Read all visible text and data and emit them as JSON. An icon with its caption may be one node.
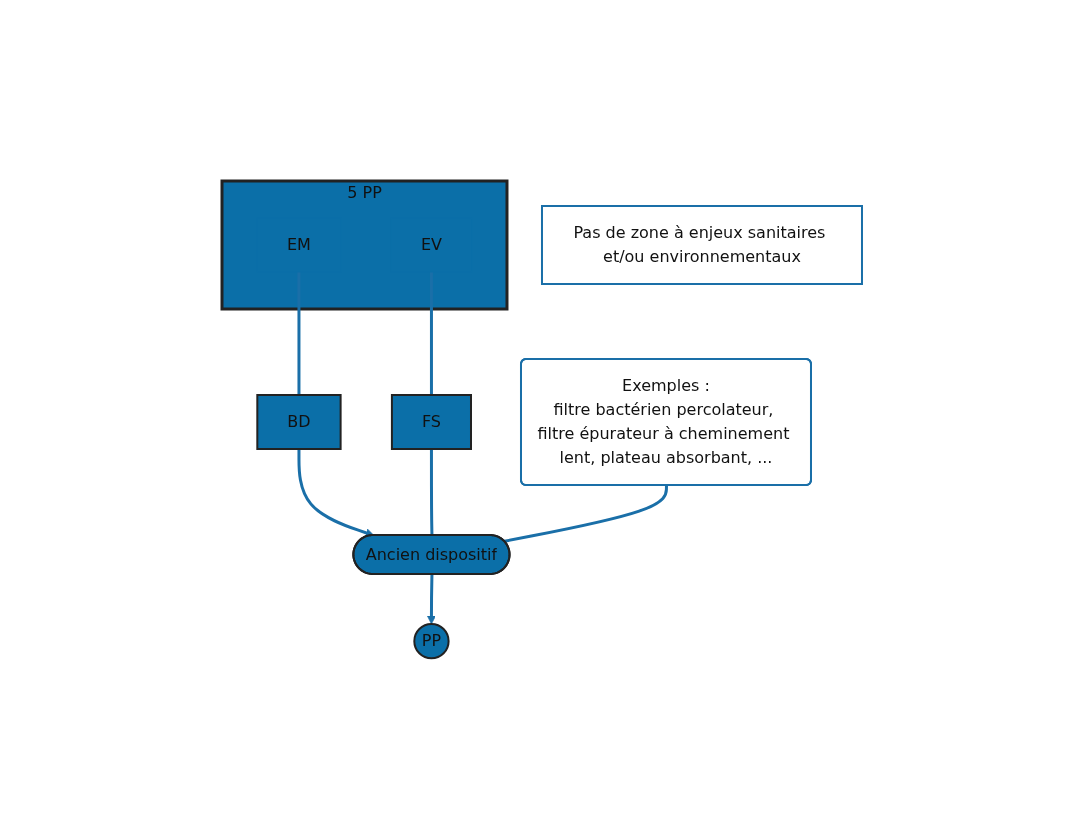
{
  "diagram": {
    "nodes": [
      {
        "text": [
          "5 PP"
        ]
      },
      {
        "text": [
          "EM"
        ],
        "in": 0
      },
      {
        "text": [
          "EV"
        ],
        "in": 0
      },
      {
        "text": [
          "BD"
        ]
      },
      {
        "text": [
          "FS"
        ]
      },
      {
        "text": [
          "Ancien dispositif"
        ]
      },
      {
        "text": [
          "PP"
        ]
      },
      {
        "text": [
          "Exemples :",
          "filtre bactérien percolateur, filtre épurateur à cheminement lent, plateau absorbant, ..."
        ]
      },
      {
        "text": [
          "Pas de zone à enjeux sanitaires et/ou environnementaux"
        ]
      }
    ],
    "edges": [
      {
        "from": 1,
        "to": 3,
        "arrow": "none"
      },
      {
        "from": 3,
        "to": 5,
        "arrow": "to"
      },
      {
        "from": 2,
        "to": 4,
        "arrow": "none"
      },
      {
        "from": 4,
        "to": 5,
        "arrow": "none"
      },
      {
        "from": 5,
        "to": 6,
        "arrow": "to"
      },
      {
        "from": 7,
        "to": 5,
        "arrow": "none"
      }
    ]
  }
}
